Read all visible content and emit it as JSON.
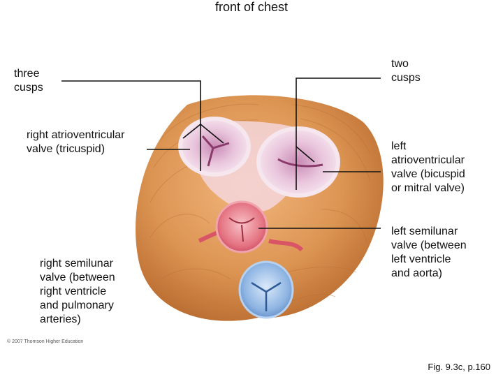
{
  "title": "front of chest",
  "labels": {
    "three_cusps": "three\ncusps",
    "two_cusps": "two\ncusps",
    "tricuspid": "right atrioventricular\nvalve (tricuspid)",
    "bicuspid": "left\natrioventricular\nvalve (bicuspid\nor mitral valve)",
    "left_semilunar": "left semilunar\nvalve (between\nleft ventricle\nand aorta)",
    "right_semilunar": "right semilunar\nvalve (between\nright ventricle\nand pulmonary\narteries)"
  },
  "copyright": "© 2007 Thomson Higher Education",
  "figure_ref": "Fig. 9.3c, p.160",
  "colors": {
    "muscle": "#d9924f",
    "muscle_dark": "#b86a2e",
    "valve_ring": "#f2dbe8",
    "valve_inner": "#d9a6c9",
    "aortic": "#e8707e",
    "pulmonary": "#7da8dc",
    "leader_line": "#111111"
  }
}
